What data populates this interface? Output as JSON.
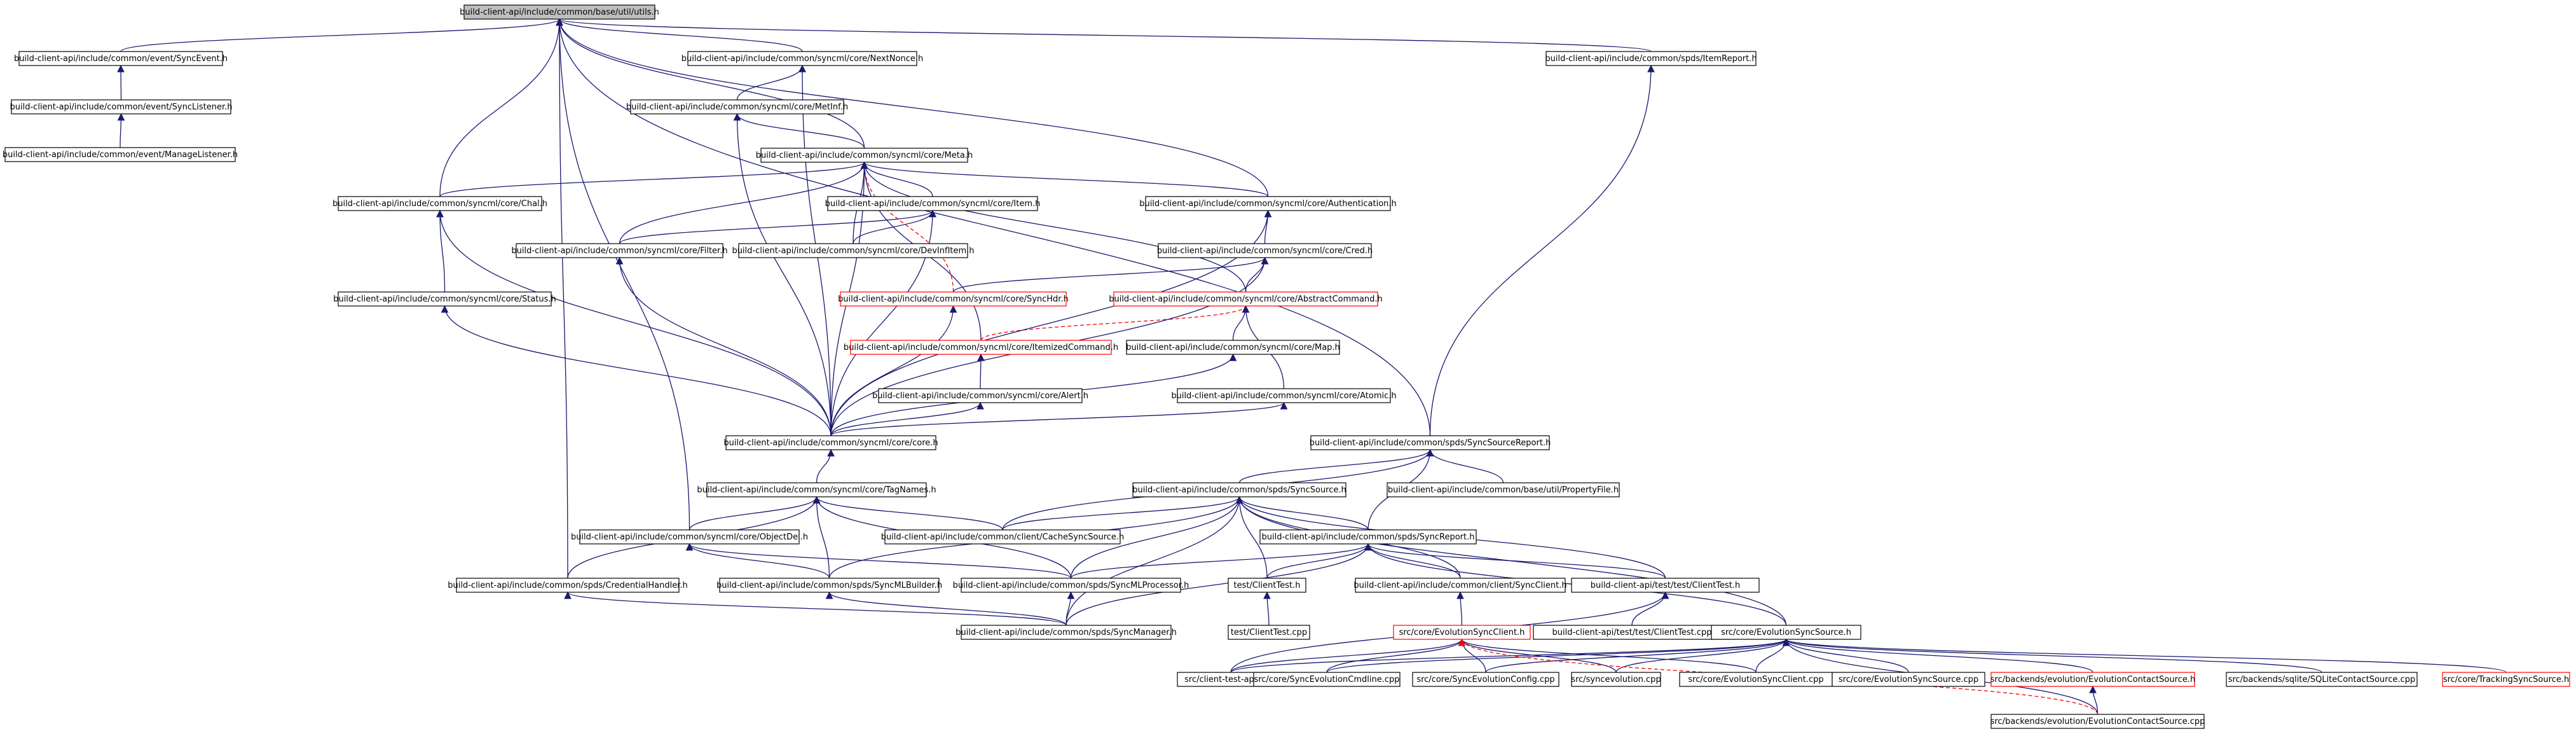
{
  "colors": {
    "edge": "#191970",
    "node_border": "#000000",
    "node_border_missing": "#ff0000",
    "root_fill": "#bfbfbf"
  },
  "nodes": [
    {
      "id": "utils",
      "label": "build-client-api/include/common/base/util/utils.h",
      "root": true
    },
    {
      "id": "syncevent",
      "label": "build-client-api/include/common/event/SyncEvent.h"
    },
    {
      "id": "synclistener",
      "label": "build-client-api/include/common/event/SyncListener.h"
    },
    {
      "id": "managelistener",
      "label": "build-client-api/include/common/event/ManageListener.h"
    },
    {
      "id": "nextnonce",
      "label": "build-client-api/include/common/syncml/core/NextNonce.h"
    },
    {
      "id": "itemreport",
      "label": "build-client-api/include/common/spds/ItemReport.h"
    },
    {
      "id": "metinf",
      "label": "build-client-api/include/common/syncml/core/MetInf.h"
    },
    {
      "id": "meta",
      "label": "build-client-api/include/common/syncml/core/Meta.h"
    },
    {
      "id": "chal",
      "label": "build-client-api/include/common/syncml/core/Chal.h"
    },
    {
      "id": "item",
      "label": "build-client-api/include/common/syncml/core/Item.h"
    },
    {
      "id": "authentication",
      "label": "build-client-api/include/common/syncml/core/Authentication.h"
    },
    {
      "id": "filter",
      "label": "build-client-api/include/common/syncml/core/Filter.h"
    },
    {
      "id": "devinfitem",
      "label": "build-client-api/include/common/syncml/core/DevInfItem.h"
    },
    {
      "id": "cred",
      "label": "build-client-api/include/common/syncml/core/Cred.h"
    },
    {
      "id": "status",
      "label": "build-client-api/include/common/syncml/core/Status.h"
    },
    {
      "id": "synchdr",
      "label": "build-client-api/include/common/syncml/core/SyncHdr.h",
      "missing": true
    },
    {
      "id": "abstractcommand",
      "label": "build-client-api/include/common/syncml/core/AbstractCommand.h",
      "missing": true
    },
    {
      "id": "itemizedcommand",
      "label": "build-client-api/include/common/syncml/core/ItemizedCommand.h",
      "missing": true
    },
    {
      "id": "map",
      "label": "build-client-api/include/common/syncml/core/Map.h"
    },
    {
      "id": "alert",
      "label": "build-client-api/include/common/syncml/core/Alert.h"
    },
    {
      "id": "atomic",
      "label": "build-client-api/include/common/syncml/core/Atomic.h"
    },
    {
      "id": "core",
      "label": "build-client-api/include/common/syncml/core/core.h"
    },
    {
      "id": "syncsourcereport",
      "label": "build-client-api/include/common/spds/SyncSourceReport.h"
    },
    {
      "id": "tagnames",
      "label": "build-client-api/include/common/syncml/core/TagNames.h"
    },
    {
      "id": "syncsource",
      "label": "build-client-api/include/common/spds/SyncSource.h"
    },
    {
      "id": "propertyfile",
      "label": "build-client-api/include/common/base/util/PropertyFile.h"
    },
    {
      "id": "objectdel",
      "label": "build-client-api/include/common/syncml/core/ObjectDel.h"
    },
    {
      "id": "cachesyncsource",
      "label": "build-client-api/include/common/client/CacheSyncSource.h"
    },
    {
      "id": "syncreport",
      "label": "build-client-api/include/common/spds/SyncReport.h"
    },
    {
      "id": "credentialhandler",
      "label": "build-client-api/include/common/spds/CredentialHandler.h"
    },
    {
      "id": "syncmlbuilder",
      "label": "build-client-api/include/common/spds/SyncMLBuilder.h"
    },
    {
      "id": "syncmlprocessor",
      "label": "build-client-api/include/common/spds/SyncMLProcessor.h"
    },
    {
      "id": "clienttest_h",
      "label": "test/ClientTest.h"
    },
    {
      "id": "syncclient",
      "label": "build-client-api/include/common/client/SyncClient.h"
    },
    {
      "id": "bcatclienttest_h",
      "label": "build-client-api/test/test/ClientTest.h"
    },
    {
      "id": "syncmanager",
      "label": "build-client-api/include/common/spds/SyncManager.h"
    },
    {
      "id": "clienttest_cpp",
      "label": "test/ClientTest.cpp"
    },
    {
      "id": "evosyncclient_h",
      "label": "src/core/EvolutionSyncClient.h",
      "missing": true
    },
    {
      "id": "bcatclienttest_cpp",
      "label": "build-client-api/test/test/ClientTest.cpp"
    },
    {
      "id": "evosyncsource_h",
      "label": "src/core/EvolutionSyncSource.h"
    },
    {
      "id": "clienttestapp",
      "label": "src/client-test-app.cpp"
    },
    {
      "id": "cmdline",
      "label": "src/core/SyncEvolutionCmdline.cpp"
    },
    {
      "id": "config",
      "label": "src/core/SyncEvolutionConfig.cpp"
    },
    {
      "id": "syncevolution",
      "label": "src/syncevolution.cpp"
    },
    {
      "id": "evosyncclient_cpp",
      "label": "src/core/EvolutionSyncClient.cpp"
    },
    {
      "id": "evosyncsource_cpp",
      "label": "src/core/EvolutionSyncSource.cpp"
    },
    {
      "id": "evocontact_h",
      "label": "src/backends/evolution/EvolutionContactSource.h",
      "missing": true
    },
    {
      "id": "sqlite",
      "label": "src/backends/sqlite/SQLiteContactSource.cpp"
    },
    {
      "id": "tracking",
      "label": "src/core/TrackingSyncSource.h",
      "missing": true
    },
    {
      "id": "evocontact_cpp",
      "label": "src/backends/evolution/EvolutionContactSource.cpp"
    }
  ],
  "edges": [
    [
      "syncevent",
      "utils"
    ],
    [
      "synclistener",
      "syncevent"
    ],
    [
      "managelistener",
      "synclistener"
    ],
    [
      "nextnonce",
      "utils"
    ],
    [
      "itemreport",
      "utils"
    ],
    [
      "metinf",
      "nextnonce"
    ],
    [
      "meta",
      "metinf"
    ],
    [
      "meta",
      "utils"
    ],
    [
      "chal",
      "utils"
    ],
    [
      "chal",
      "meta"
    ],
    [
      "item",
      "meta"
    ],
    [
      "authentication",
      "meta"
    ],
    [
      "authentication",
      "utils"
    ],
    [
      "filter",
      "meta"
    ],
    [
      "filter",
      "item"
    ],
    [
      "devinfitem",
      "item"
    ],
    [
      "devinfitem",
      "meta"
    ],
    [
      "cred",
      "authentication"
    ],
    [
      "status",
      "chal"
    ],
    [
      "synchdr",
      "meta"
    ],
    [
      "synchdr",
      "cred"
    ],
    [
      "abstractcommand",
      "meta"
    ],
    [
      "abstractcommand",
      "cred"
    ],
    [
      "itemizedcommand",
      "abstractcommand"
    ],
    [
      "itemizedcommand",
      "meta"
    ],
    [
      "map",
      "abstractcommand"
    ],
    [
      "alert",
      "itemizedcommand"
    ],
    [
      "atomic",
      "abstractcommand"
    ],
    [
      "core",
      "status"
    ],
    [
      "core",
      "filter"
    ],
    [
      "core",
      "chal"
    ],
    [
      "core",
      "meta"
    ],
    [
      "core",
      "metinf"
    ],
    [
      "core",
      "item"
    ],
    [
      "core",
      "synchdr"
    ],
    [
      "core",
      "map"
    ],
    [
      "core",
      "alert"
    ],
    [
      "core",
      "atomic"
    ],
    [
      "core",
      "authentication"
    ],
    [
      "core",
      "cred"
    ],
    [
      "core",
      "nextnonce"
    ],
    [
      "syncsourcereport",
      "itemreport"
    ],
    [
      "syncsourcereport",
      "utils"
    ],
    [
      "tagnames",
      "core"
    ],
    [
      "syncsource",
      "syncsourcereport"
    ],
    [
      "propertyfile",
      "syncsourcereport"
    ],
    [
      "objectdel",
      "tagnames"
    ],
    [
      "objectdel",
      "utils"
    ],
    [
      "cachesyncsource",
      "syncsource"
    ],
    [
      "cachesyncsource",
      "tagnames"
    ],
    [
      "cachesyncsource",
      "syncsourcereport"
    ],
    [
      "syncreport",
      "syncsource"
    ],
    [
      "syncreport",
      "syncsourcereport"
    ],
    [
      "credentialhandler",
      "tagnames"
    ],
    [
      "credentialhandler",
      "utils"
    ],
    [
      "syncmlbuilder",
      "tagnames"
    ],
    [
      "syncmlbuilder",
      "objectdel"
    ],
    [
      "syncmlbuilder",
      "syncsource"
    ],
    [
      "syncmlprocessor",
      "tagnames"
    ],
    [
      "syncmlprocessor",
      "objectdel"
    ],
    [
      "syncmlprocessor",
      "syncreport"
    ],
    [
      "syncmlprocessor",
      "syncsource"
    ],
    [
      "clienttest_h",
      "syncsource"
    ],
    [
      "clienttest_h",
      "syncreport"
    ],
    [
      "syncclient",
      "syncreport"
    ],
    [
      "syncclient",
      "syncsource"
    ],
    [
      "bcatclienttest_h",
      "syncreport"
    ],
    [
      "bcatclienttest_h",
      "syncsource"
    ],
    [
      "syncmanager",
      "syncmlbuilder"
    ],
    [
      "syncmanager",
      "syncmlprocessor"
    ],
    [
      "syncmanager",
      "credentialhandler"
    ],
    [
      "syncmanager",
      "syncsource"
    ],
    [
      "syncmanager",
      "syncreport"
    ],
    [
      "clienttest_cpp",
      "clienttest_h"
    ],
    [
      "evosyncclient_h",
      "syncclient"
    ],
    [
      "bcatclienttest_cpp",
      "bcatclienttest_h"
    ],
    [
      "evosyncsource_h",
      "syncsource"
    ],
    [
      "evosyncsource_h",
      "syncreport"
    ],
    [
      "clienttestapp",
      "evosyncclient_h"
    ],
    [
      "clienttestapp",
      "evosyncsource_h"
    ],
    [
      "clienttestapp",
      "bcatclienttest_h"
    ],
    [
      "cmdline",
      "evosyncclient_h"
    ],
    [
      "cmdline",
      "evosyncsource_h"
    ],
    [
      "config",
      "evosyncclient_h"
    ],
    [
      "config",
      "evosyncsource_h"
    ],
    [
      "syncevolution",
      "evosyncclient_h"
    ],
    [
      "syncevolution",
      "evosyncsource_h"
    ],
    [
      "evosyncclient_cpp",
      "evosyncclient_h"
    ],
    [
      "evosyncclient_cpp",
      "evosyncsource_h"
    ],
    [
      "evosyncsource_cpp",
      "evosyncsource_h"
    ],
    [
      "evocontact_h",
      "evosyncsource_h"
    ],
    [
      "sqlite",
      "evosyncsource_h"
    ],
    [
      "tracking",
      "evosyncsource_h"
    ],
    [
      "evocontact_cpp",
      "evocontact_h"
    ],
    [
      "evocontact_cpp",
      "evosyncsource_h"
    ],
    [
      "evocontact_cpp",
      "evosyncclient_h"
    ]
  ],
  "dashed_edges": [
    [
      "synchdr",
      "meta"
    ],
    [
      "itemizedcommand",
      "abstractcommand"
    ],
    [
      "evocontact_cpp",
      "evosyncclient_h"
    ]
  ]
}
